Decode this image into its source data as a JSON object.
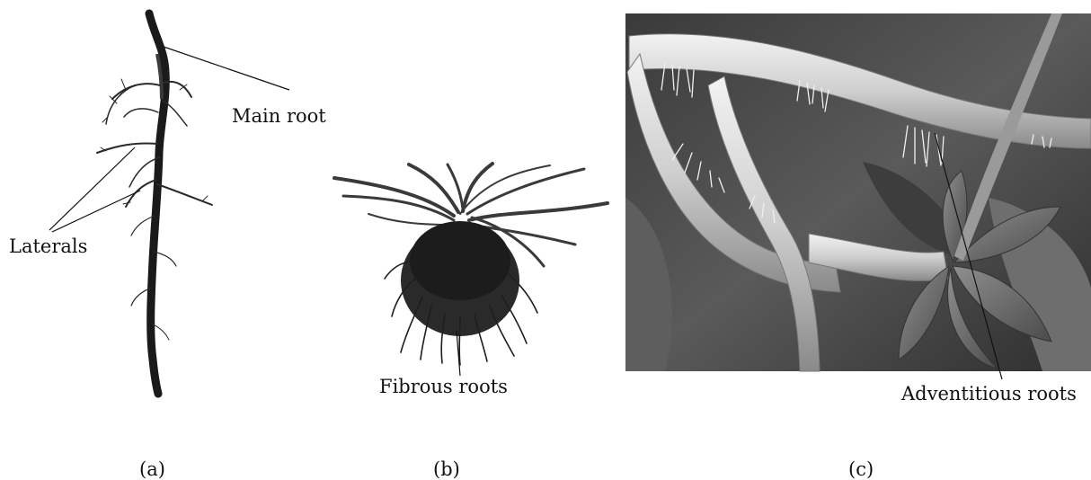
{
  "panels": [
    {
      "caption": "(a)",
      "labels": [
        "Main root",
        "Laterals"
      ]
    },
    {
      "caption": "(b)",
      "labels": [
        "Fibrous roots"
      ]
    },
    {
      "caption": "(c)",
      "labels": [
        "Adventitious roots"
      ]
    }
  ],
  "colors": {
    "ink": "#111111",
    "photo_dark": "#2a2a2a",
    "photo_mid": "#7a7a7a",
    "photo_light": "#d9d9d9"
  }
}
